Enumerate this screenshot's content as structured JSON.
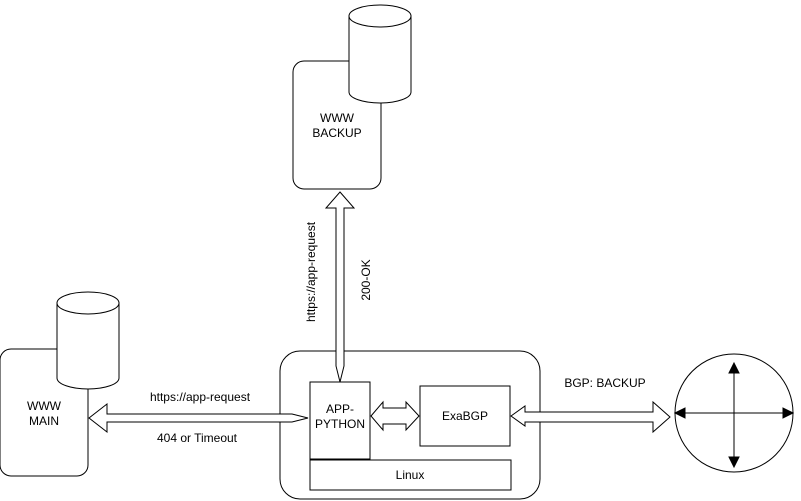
{
  "nodes": {
    "www_backup": {
      "line1": "WWW",
      "line2": "BACKUP"
    },
    "www_main": {
      "line1": "WWW",
      "line2": "MAIN"
    },
    "app_python": {
      "line1": "APP-",
      "line2": "PYTHON"
    },
    "exabgp": {
      "label": "ExaBGP"
    },
    "linux": {
      "label": "Linux"
    },
    "router": {
      "icon": "router-icon"
    }
  },
  "edges": {
    "backup_request": {
      "label": "https://app-request"
    },
    "backup_response": {
      "label": "200-OK"
    },
    "main_request": {
      "label": "https://app-request"
    },
    "main_response": {
      "label": "404 or Timeout"
    },
    "bgp": {
      "label": "BGP: BACKUP"
    }
  },
  "colors": {
    "stroke": "#000000",
    "fill": "#ffffff"
  }
}
